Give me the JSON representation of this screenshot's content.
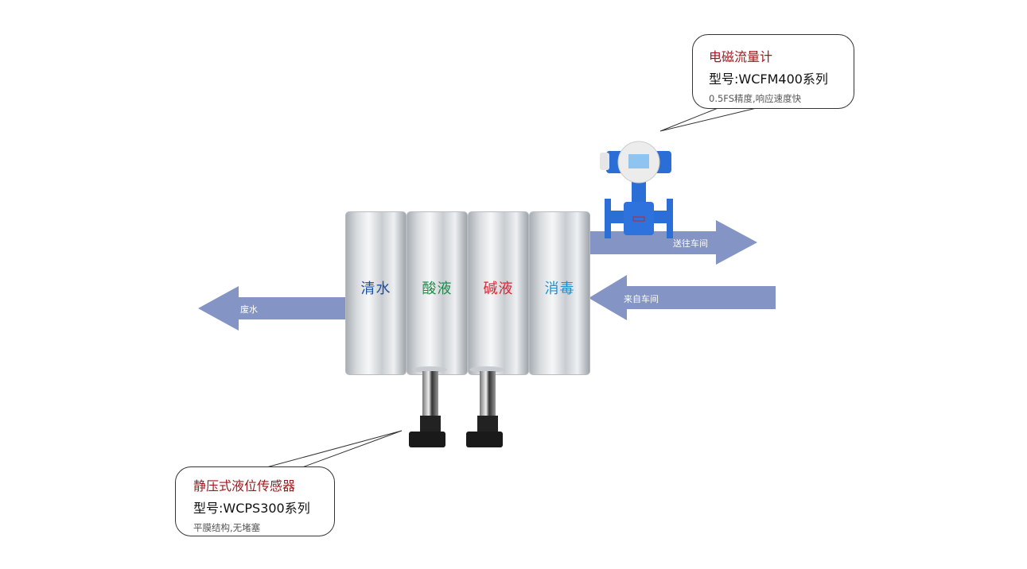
{
  "tanks": [
    {
      "label": "清水",
      "color": "#1f4e9a"
    },
    {
      "label": "酸液",
      "color": "#1e8a4a"
    },
    {
      "label": "碱液",
      "color": "#e02030"
    },
    {
      "label": "消毒",
      "color": "#1e90d0"
    }
  ],
  "arrows": {
    "color": "#8494c4",
    "waste": "废水",
    "to_workshop": "送往车间",
    "from_workshop": "来自车间"
  },
  "flowmeter_callout": {
    "title": "电磁流量计",
    "model": "型号:WCFM400系列",
    "desc": "0.5FS精度,响应速度快"
  },
  "sensor_callout": {
    "title": "静压式液位传感器",
    "model": "型号:WCPS300系列",
    "desc": "平膜结构,无堵塞"
  }
}
